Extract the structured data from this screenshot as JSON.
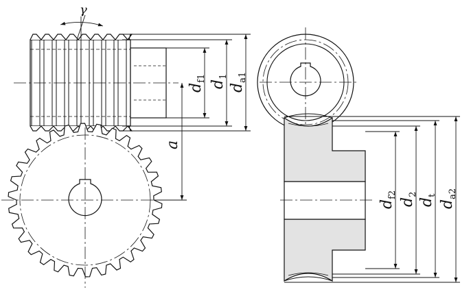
{
  "labels": {
    "gamma": "γ",
    "a": "a",
    "df1": {
      "main": "d",
      "sub": "f1"
    },
    "d1": {
      "main": "d",
      "sub": "1"
    },
    "da1": {
      "main": "d",
      "sub": "a1"
    },
    "df2": {
      "main": "d",
      "sub": "f2"
    },
    "d2": {
      "main": "d",
      "sub": "2"
    },
    "dt": {
      "main": "d",
      "sub": "t"
    },
    "da2": {
      "main": "d",
      "sub": "a2"
    }
  },
  "gear": {
    "teeth": 30
  },
  "colors": {
    "line": "#111111",
    "fill": "#e3e3e3",
    "hatch": "#555555"
  }
}
